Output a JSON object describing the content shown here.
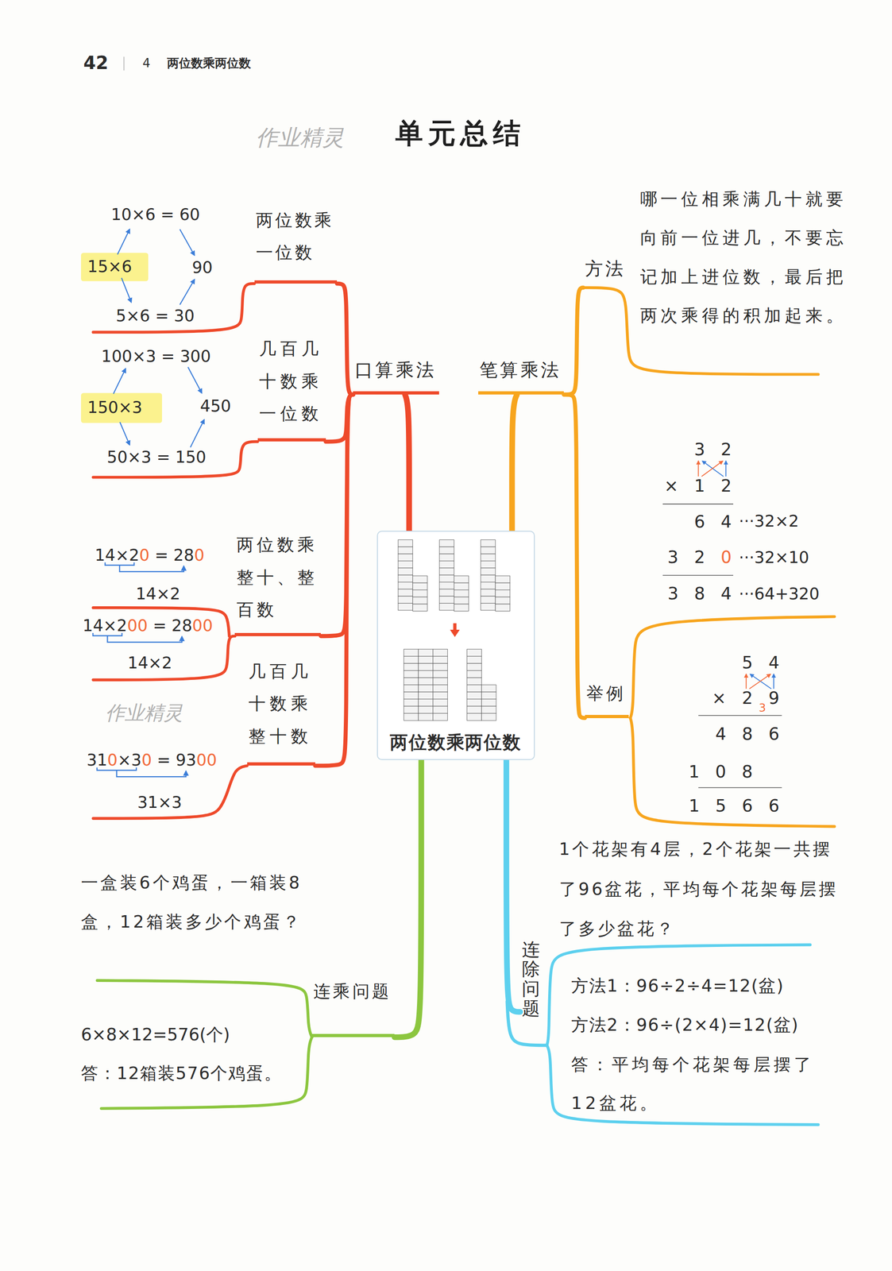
{
  "diagram": {
    "title": "单元总结",
    "nodes": [
      {
        "text": [
          "两位数乘两位数"
        ]
      },
      {
        "text": [
          "口算乘法"
        ]
      },
      {
        "text": [
          "两位数乘一位数"
        ]
      },
      {
        "text": [
          "几百几十数乘一位数"
        ]
      },
      {
        "text": [
          "两位数乘整十、整百数"
        ]
      },
      {
        "text": [
          "几百几十数乘整十数"
        ]
      },
      {
        "text": [
          "笔算乘法"
        ]
      },
      {
        "text": [
          "方法",
          "哪一位相乘满几十就要向前一位进几，不要忘记加上进位数，最后把两次乘得的积加起来。"
        ]
      },
      {
        "text": [
          "举例"
        ]
      },
      {
        "text": [
          "连乘问题"
        ]
      },
      {
        "text": [
          "连除问题"
        ]
      }
    ],
    "edges": [
      {
        "from": 0,
        "to": 1,
        "arrow": "none"
      },
      {
        "from": 1,
        "to": 2,
        "arrow": "none"
      },
      {
        "from": 1,
        "to": 3,
        "arrow": "none"
      },
      {
        "from": 1,
        "to": 4,
        "arrow": "none"
      },
      {
        "from": 1,
        "to": 5,
        "arrow": "none"
      },
      {
        "from": 0,
        "to": 6,
        "arrow": "none"
      },
      {
        "from": 6,
        "to": 7,
        "arrow": "none"
      },
      {
        "from": 6,
        "to": 8,
        "arrow": "none"
      },
      {
        "from": 0,
        "to": 9,
        "arrow": "none"
      },
      {
        "from": 0,
        "to": 10,
        "arrow": "none"
      }
    ],
    "labels": [
      "42",
      "4",
      "两位数乘两位数",
      "作业精灵",
      "10×6 = 60",
      "15×6",
      "90",
      "5×6 = 30",
      "100×3 = 300",
      "150×3",
      "450",
      "50×3 = 150",
      "14×20 = 280",
      "14×2",
      "14×200 = 2800",
      "14×2",
      "310×30 = 9300",
      "31×3",
      "3 2",
      "× 1 2",
      "6 4",
      "···32×2",
      "3 2 0",
      "···32×10",
      "3 8 4",
      "···64+320",
      "5 4",
      "× 2 9",
      "3",
      "4 8 6",
      "1 0 8",
      "1 5 6 6",
      "一盒装6个鸡蛋，一箱装8盒，12箱装多少个鸡蛋？",
      "6×8×12=576(个)",
      "答：12箱装576个鸡蛋。",
      "1个花架有4层，2个花架一共摆了96盆花，平均每个花架每层摆了多少盆花？",
      "方法1：96÷2÷4=12(盆)",
      "方法2：96÷(2×4)=12(盆)",
      "答：平均每个花架每层摆了12盆花。",
      "作业精灵"
    ]
  }
}
